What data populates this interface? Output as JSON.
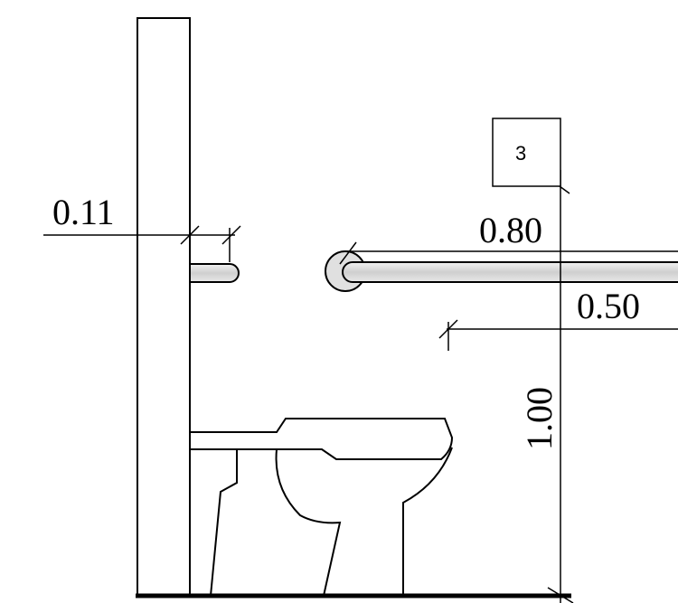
{
  "dimensions": {
    "bar_offset": "0.11",
    "bar_length": "0.80",
    "bar_extension": "0.50",
    "bar_height": "1.00"
  },
  "callout": {
    "label": "3"
  },
  "colors": {
    "line": "#000000",
    "bar_fill": "#d6d6d6",
    "background": "#ffffff"
  }
}
